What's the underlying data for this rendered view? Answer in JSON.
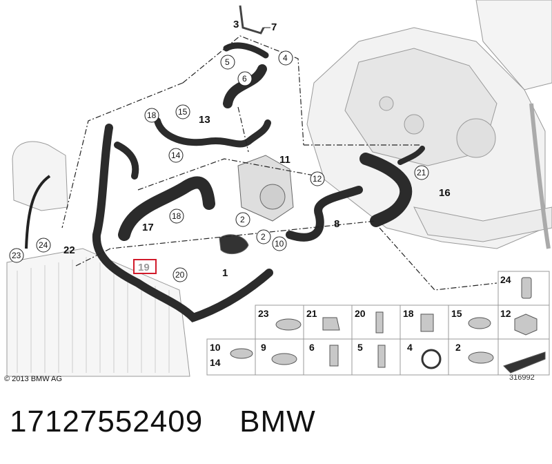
{
  "diagram": {
    "labels": {
      "l1": "1",
      "l2a": "2",
      "l2b": "2",
      "l3": "3",
      "l4": "4",
      "l5": "5",
      "l6": "6",
      "l7": "7",
      "l8": "8",
      "l10": "10",
      "l11": "11",
      "l12": "12",
      "l13": "13",
      "l14": "14",
      "l15": "15",
      "l16": "16",
      "l17": "17",
      "l18a": "18",
      "l18b": "18",
      "l20": "20",
      "l21": "21",
      "l22": "22",
      "l23": "23",
      "l24": "24",
      "highlight": "19"
    },
    "parts_table": {
      "row1": [
        "23",
        "21",
        "20",
        "18",
        "15",
        "12"
      ],
      "row2": [
        "10",
        "9",
        "6",
        "5",
        "4",
        "2"
      ],
      "row2_extra": "14",
      "side": "24"
    },
    "copyright": "© 2013 BMW AG",
    "ref_number": "316992",
    "highlight_color": "#d11a2a"
  },
  "caption": {
    "part_number": "17127552409",
    "brand": "BMW"
  }
}
